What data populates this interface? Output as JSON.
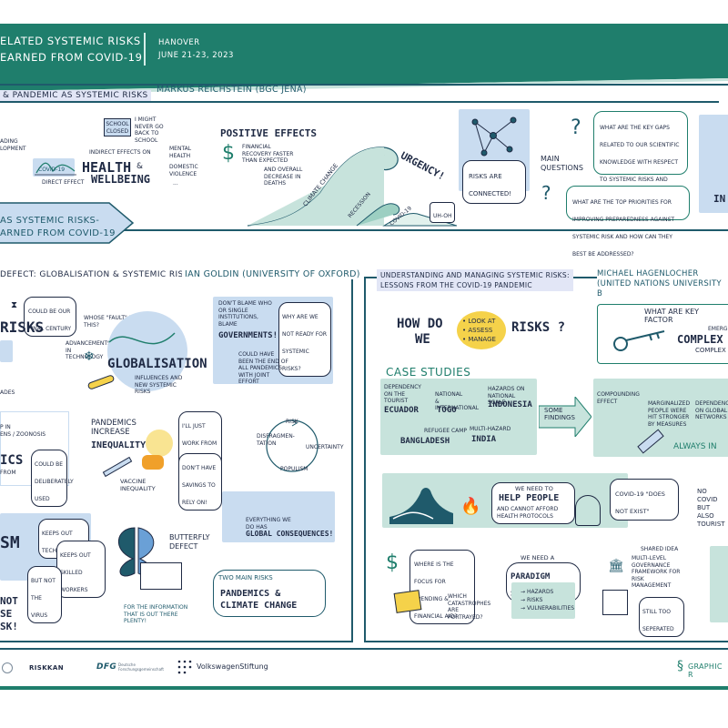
{
  "header": {
    "title_line1": "elated systemic risks",
    "title_line2": "earned   from covid-19",
    "location": "HANOVER",
    "dates": "JUNE 21-23, 2023"
  },
  "top": {
    "section_title": "& pandemic as systemic risks",
    "speaker": "MARKUS REICHSTEIN (BGC JENA)",
    "ading": "ADING",
    "lopment": "LOPMENT",
    "school_closed_l1": "SCHOOL",
    "school_closed_l2": "CLOSED",
    "might_never": "I MIGHT NEVER GO BACK TO SCHOOL",
    "indirect": "INDIRECT EFFECTS ON",
    "health": "HEALTH",
    "amp": "&",
    "wellbeing": "WELLBEING",
    "covid": "COVID-19",
    "direct_effect": "DIRECT EFFECT",
    "mental_health": "MENTAL HEALTH",
    "domestic_violence": "DOMESTIC VIOLENCE",
    "dots": "...",
    "positive_effects": "POSITIVE EFFECTS",
    "financial_recovery": "FINANCIAL RECOVERY FASTER THAN EXPECTED",
    "overall_decrease": "AND OVERALL DECREASE IN DEATHS",
    "climate_change": "CLIMATE CHANGE",
    "recession": "RECESSION",
    "covid19_wave": "COVID-19",
    "urgency": "URGENCY!",
    "uh_oh": "UH-OH",
    "risks_connected": "RISKS ARE CONNECTED!",
    "main_questions": "MAIN QUESTIONS",
    "question1": "WHAT ARE THE KEY GAPS RELATED TO OUR SCIENTIFIC KNOWLEDGE WITH RESPECT TO SYSTEMIC RISKS AND THEIR MITIGATION AND HOW THEY CAN BE CLOSED?",
    "question2": "WHAT ARE THE TOP PRIORITIES FOR IMPROVING PREPAREDNESS AGAINST SYSTEMIC RISK AND HOW CAN THEY BEST BE ADDRESSED?",
    "in_partial": "IN"
  },
  "banner": {
    "line1": "as systemic risks-",
    "line2": "arned   from covid-19"
  },
  "left_panel": {
    "section_title": "defect: globalisation & systemic risk",
    "speaker": "IAN GOLDIN (UNIVERSITY OF OXFORD)",
    "risks_partial": "RISKS",
    "could_be_final": "COULD BE OUR FINAL CENTURY",
    "whose_fault": "WHOSE \"FAULT\" IS THIS?",
    "advancements": "ADVANCEMENTS IN TECHNOLOGY",
    "globalisation": "GLOBALISATION",
    "influences": "INFLUENCES AND NEW SYSTEMIC RISKS",
    "dont_blame": "DON'T BLAME WHO OR SINGLE INSTITUTIONS, BLAME",
    "governments": "GOVERNMENTS!",
    "why_not_ready": "WHY ARE WE NOT READY FOR SYSTEMIC RISKS?",
    "could_have_been": "COULD HAVE BEEN THE END OF ALL PANDEMICS WITH JOINT EFFORT",
    "ades": "ADES",
    "zoonosis": "ENS / ZOONOSIS",
    "up": "P IN",
    "could_be_deliberately": "COULD BE DELIBERATELY USED",
    "ics": "ICS",
    "from": "FROM",
    "pandemics_increase": "PANDEMICS INCREASE",
    "inequality": "INEQUALITY",
    "work_from_home": "I'LL JUST WORK FROM HOME",
    "no_savings": "DON'T HAVE SAVINGS TO RELY ON!",
    "vaccine_inequality": "VACCINE INEQUALITY",
    "risk": "RISK",
    "disfragmentation": "DISFRAGMEN-TATION",
    "uncertainty": "UNCERTAINTY",
    "populism": "POPULISM",
    "everything_we_do": "EVERYTHING WE DO HAS",
    "global_consequences": "GLOBAL CONSEQUENCES!",
    "sm": "SM",
    "keeps_out_tech": "KEEPS OUT TECHNOLOGY",
    "keeps_out_workers": "KEEPS OUT SKILLED WORKERS",
    "but_not_virus": "BUT NOT THE VIRUS",
    "not": "NOT",
    "se": "SE",
    "sk": "SK!",
    "butterfly_defect": "BUTTERFLY DEFECT",
    "for_the_info": "FOR THE INFORMATION THAT IS OUT THERE PLENTY!",
    "two_main_risks": "TWO MAIN RISKS",
    "pandemics_climate_l1": "PANDEMICS &",
    "pandemics_climate_l2": "CLIMATE CHANGE"
  },
  "right_panel": {
    "section_title_l1": "UNDERSTANDING AND MANAGING SYSTEMIC RISKS:",
    "section_title_l2": "LESSONS FROM THE COVID-19 PANDEMIC",
    "speaker_l1": "MICHAEL HAGENLOCHER",
    "speaker_l2": "(UNITED NATIONS UNIVERSITY B",
    "how_do": "HOW DO",
    "we": "WE",
    "look_at": "• LOOK AT",
    "assess": "• ASSESS",
    "manage": "• MANAGE",
    "risks_q": "RISKS ?",
    "key_factors": "WHAT ARE KEY FACTOR",
    "emerg": "EMERG",
    "complex": "COMPLEX",
    "complex2": "COMPLEX",
    "case_studies": "CASE STUDIES",
    "dependency_tourist": "DEPENDENCY ON THE TOURIST",
    "ecuador": "ECUADOR",
    "national_intl": "NATIONAL & INTERNATIONAL",
    "togo": "TOGO",
    "hazards_national": "HAZARDS ON NATIONAL SCALE",
    "indonesia": "INDONESIA",
    "refugee_camp": "REFUGEE CAMP",
    "bangladesh": "BANGLADESH",
    "multi_hazard": "MULTI-HAZARD",
    "india": "INDIA",
    "some_findings": "SOME FINDINGS",
    "compounding": "COMPOUNDING EFFECT",
    "marginalized": "MARGINALIZED PEOPLE WERE HIT STRONGER BY MEASURES",
    "dependency_global": "DEPENDENCY ON GLOBAL NETWORKS",
    "always_in": "ALWAYS IN",
    "we_need_to": "WE NEED TO",
    "help_people": "HELP PEOPLE",
    "cannot_afford": "AND CANNOT AFFORD HEALTH PROTOCOLS",
    "covid_not_exist": "COVID-19 \"DOES NOT EXIST\"",
    "no_covid": "NO COVID",
    "but_also": "BUT ALSO",
    "tourist": "TOURIST",
    "focus_spending": "WHERE IS THE FOCUS FOR SPENDING & FINANCIAL AID?",
    "which_catastrophes": "WHICH CATASTROPHES ARE PORTRAYED?",
    "we_need_a": "WE NEED A",
    "paradigm_shift": "PARADIGM SHIFT",
    "hazards": "HAZARDS",
    "risks": "RISKS",
    "vulnerabilities": "VULNERABILITIES",
    "shared_idea": "SHARED IDEA",
    "multilevel": "MULTI-LEVEL GOVERNANCE FRAMEWORK FOR RISK MANAGEMENT",
    "still_separated": "STILL TOO SEPERATED"
  },
  "footer": {
    "riskkan": "RISKKAN",
    "dfg": "DFG",
    "dfg_sub": "Deutsche Forschungsgemeinschaft",
    "volkswagen": "VolkswagenStiftung",
    "graphic": "GRAPHIC R"
  },
  "colors": {
    "teal": "#1f7e6c",
    "navy": "#1f5a6b",
    "light_teal": "#c7e3dc",
    "light_blue": "#c9dcf0",
    "yellow": "#f5d24a",
    "orange": "#f0a02a"
  }
}
